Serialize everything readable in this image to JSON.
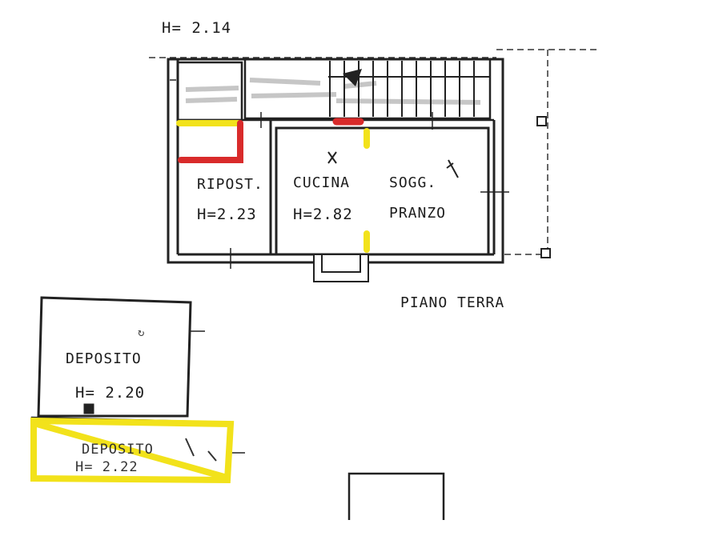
{
  "plan": {
    "top_height": "H= 2.14",
    "floor_label": "PIANO TERRA",
    "rooms": {
      "ripost_name": "RIPOST.",
      "ripost_height": "H=2.23",
      "cucina_name": "CUCINA",
      "cucina_height": "H=2.82",
      "soggiorno_name": "SOGG.",
      "soggiorno_name2": "PRANZO",
      "deposito_name": "DEPOSITO",
      "deposito_height": "H= 2.20",
      "deposito2_name": "DEPOSITO",
      "deposito2_height": "H= 2.22"
    },
    "markup_colors": {
      "yellow": "#f2e21b",
      "red": "#d92b2b"
    }
  }
}
